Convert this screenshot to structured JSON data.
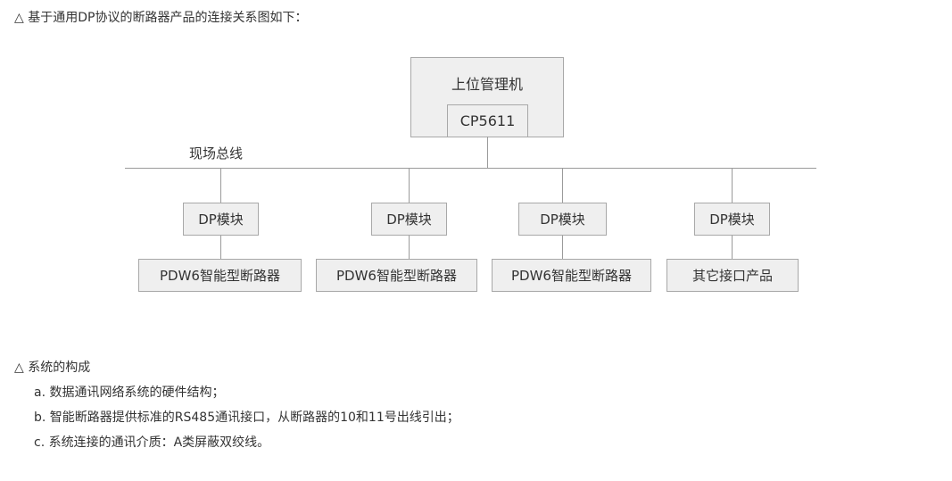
{
  "intro": {
    "symbol": "△",
    "text": "基于通用DP协议的断路器产品的连接关系图如下："
  },
  "diagram": {
    "host": {
      "label": "上位管理机",
      "card": "CP5611"
    },
    "bus_label": "现场总线",
    "branches": [
      {
        "module": "DP模块",
        "device": "PDW6智能型断路器"
      },
      {
        "module": "DP模块",
        "device": "PDW6智能型断路器"
      },
      {
        "module": "DP模块",
        "device": "PDW6智能型断路器"
      },
      {
        "module": "DP模块",
        "device": "其它接口产品"
      }
    ]
  },
  "composition": {
    "symbol": "△",
    "title": "系统的构成",
    "items": [
      "a. 数据通讯网络系统的硬件结构；",
      "b. 智能断路器提供标准的RS485通讯接口，从断路器的10和11号出线引出；",
      "c. 系统连接的通讯介质：A类屏蔽双绞线。"
    ]
  }
}
